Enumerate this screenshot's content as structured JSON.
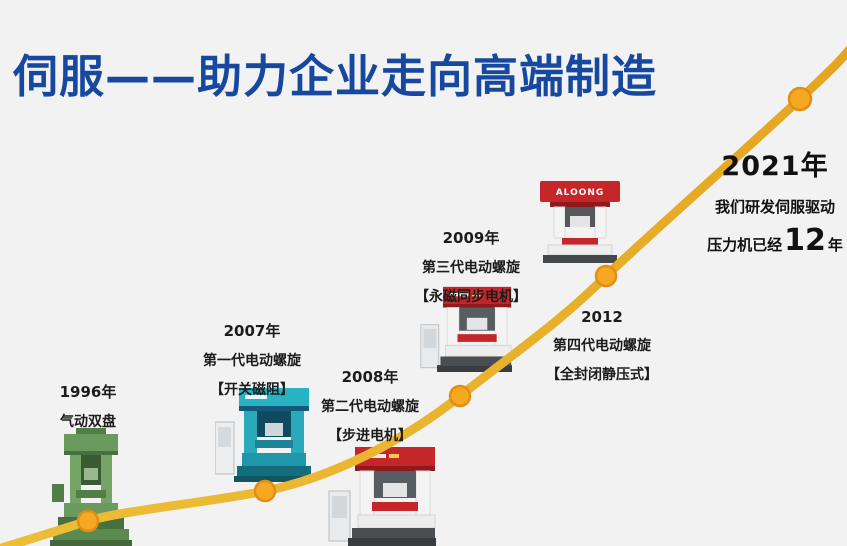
{
  "title": "伺服——助力企业走向高端制造",
  "milestones": [
    {
      "id": "1996",
      "year": "1996年",
      "name": "气动双盘",
      "detail": ""
    },
    {
      "id": "2007",
      "year": "2007年",
      "name": "第一代电动螺旋",
      "detail": "【开关磁阻】"
    },
    {
      "id": "2008",
      "year": "2008年",
      "name": "第二代电动螺旋",
      "detail": "【步进电机】"
    },
    {
      "id": "2009",
      "year": "2009年",
      "name": "第三代电动螺旋",
      "detail": "【永磁同步电机】"
    },
    {
      "id": "2012",
      "year": "2012",
      "name": "第四代电动螺旋",
      "detail": "【全封闭静压式】"
    }
  ],
  "endpoint": {
    "year": "2021年",
    "line1": "我们研发伺服驱动",
    "line2_prefix": "压力机已经",
    "line2_number": "12",
    "line2_suffix": "年"
  },
  "machine_brand": "ALOONG",
  "colors": {
    "page-bg": "#F2F2F3",
    "title-blue": "#17489F",
    "curve-gold": "#EDBE37",
    "curve-gold-dark": "#E5A41F",
    "marker-fill": "#F7A822",
    "marker-stroke": "#E18E12",
    "machine-green": "#6B9A5E",
    "machine-cyan": "#27B3C4",
    "machine-red": "#C4262A"
  }
}
